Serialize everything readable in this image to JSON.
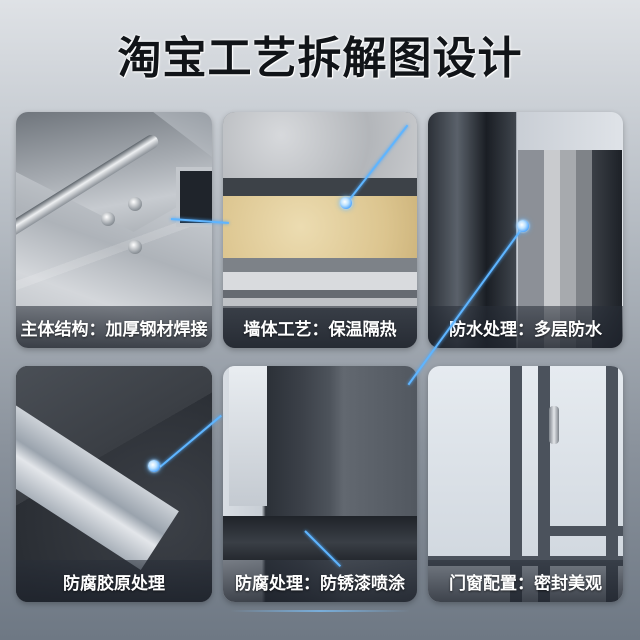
{
  "title": "淘宝工艺拆解图设计",
  "cards": [
    {
      "caption": "主体结构：加厚钢材焊接",
      "image": "welded-steel-channel-with-bolted-rod"
    },
    {
      "caption": "墙体工艺：保温隔热",
      "image": "layered-wall-with-insulation-foam"
    },
    {
      "caption": "防水处理：多层防水",
      "image": "multi-layer-waterproof-panels"
    },
    {
      "caption": "防腐胶原处理",
      "image": "galvanized-steel-rectangular-tube"
    },
    {
      "caption": "防腐处理：防锈漆喷涂",
      "image": "painted-window-frame-corner"
    },
    {
      "caption": "门窗配置：密封美观",
      "image": "casement-window-with-handle"
    }
  ],
  "colors": {
    "accent_line": "#5fb5ff",
    "title_text": "#111418",
    "caption_text": "#ffffff",
    "background_top": "#dfe2e6",
    "background_bottom": "#6e7884"
  }
}
